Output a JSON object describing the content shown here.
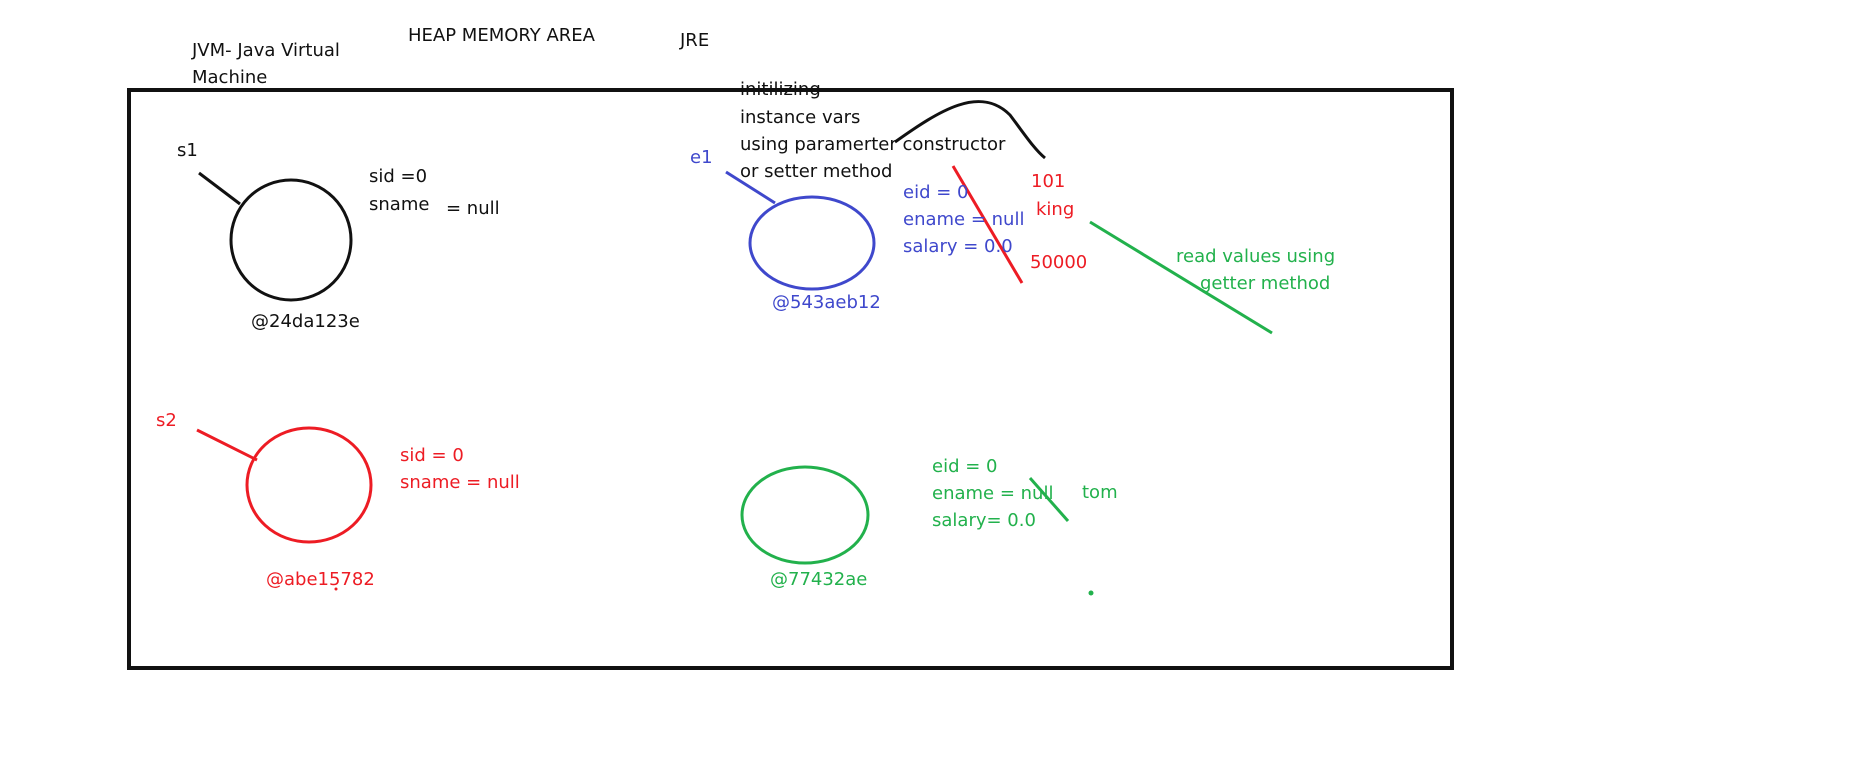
{
  "colors": {
    "black": "#111111",
    "blue": "#3f48cc",
    "red": "#ed1c24",
    "green": "#22b14c"
  },
  "labels": {
    "jvm_line1": "JVM- Java Virtual",
    "jvm_line2": "Machine",
    "heap": "HEAP MEMORY AREA",
    "jre": "JRE"
  },
  "student1": {
    "ref": "s1",
    "sid": "sid =0",
    "sname": "sname",
    "sname_value": "= null",
    "address": "@24da123e"
  },
  "student2": {
    "ref": "s2",
    "sid": "sid = 0",
    "sname": "sname = null",
    "address": "@abe15782"
  },
  "employee1": {
    "ref": "e1",
    "eid": "eid = 0",
    "ename": "ename = null",
    "salary": "salary = 0.0",
    "address": "@543aeb12",
    "new_eid": "101",
    "new_ename": "king",
    "new_salary": "50000"
  },
  "employee2": {
    "eid": "eid = 0",
    "ename": "ename  = null",
    "salary": "salary= 0.0",
    "new_ename": "tom",
    "address": "@77432ae"
  },
  "notes": {
    "init_line1": "initilizing",
    "init_line2": "instance vars",
    "init_line3": "using paramerter constructor",
    "init_line4": "or setter method",
    "read_line1": "read values using",
    "read_line2": "getter method"
  }
}
